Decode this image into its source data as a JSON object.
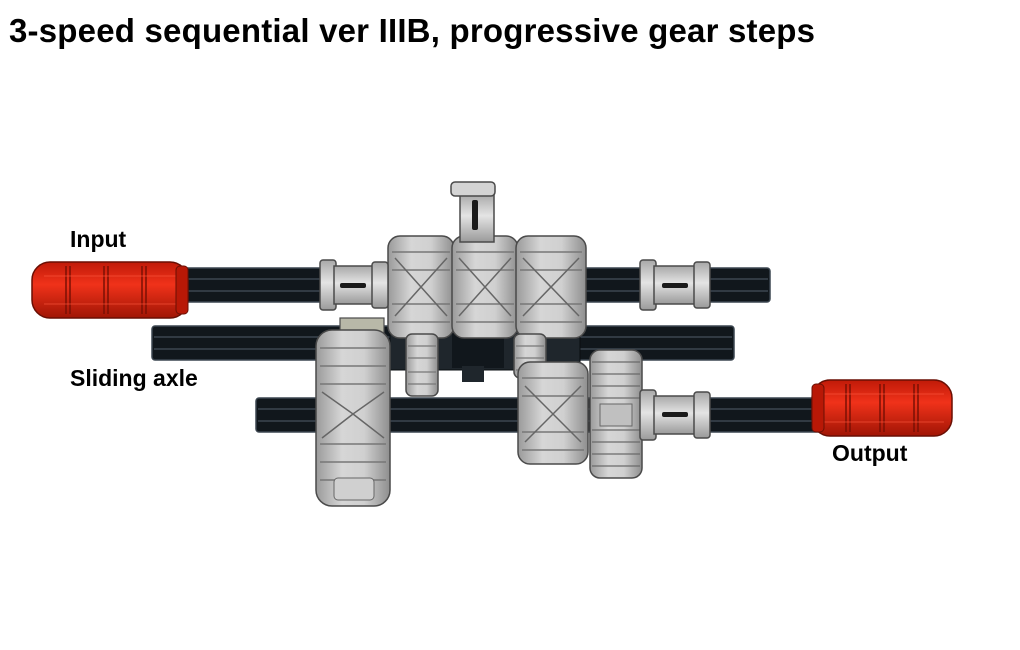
{
  "title": "3-speed sequential ver IIIB, progressive gear steps",
  "labels": {
    "input": "Input",
    "sliding_axle": "Sliding axle",
    "output": "Output"
  },
  "colors": {
    "axle": "#11171c",
    "axle_highlight": "#3c4650",
    "gear": "#c7c7c7",
    "gear_dark": "#8a8a8a",
    "gear_outline": "#4a4a4a",
    "bushing": "#d2d2d2",
    "joiner_red": "#e8230c",
    "joiner_red_dark": "#a01505",
    "frame_dark": "#1f262c"
  },
  "components": {
    "input_joiner": "red axle joiner",
    "output_joiner": "red axle joiner",
    "gears": "gear cluster",
    "bushings": "half bushings"
  }
}
